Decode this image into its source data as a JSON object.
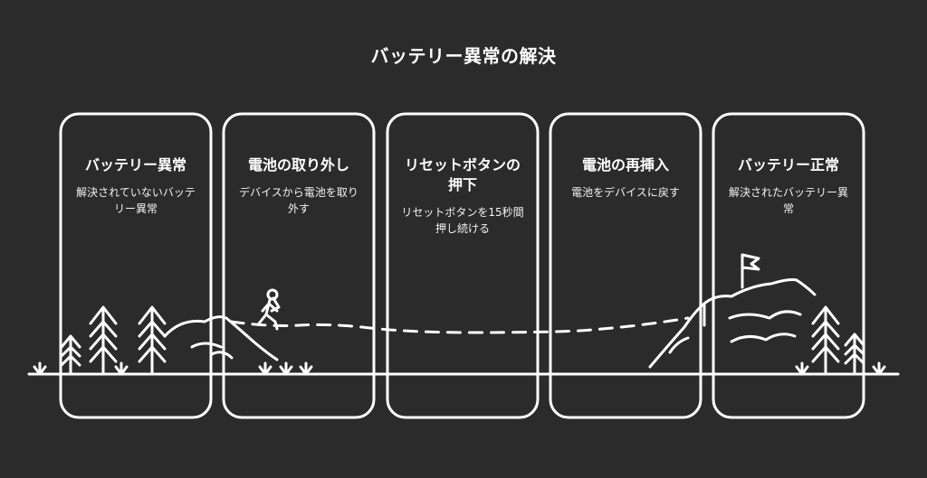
{
  "title": "バッテリー異常の解決",
  "steps": [
    {
      "title": "バッテリー異常",
      "description": "解決されていないバッテリー異常"
    },
    {
      "title": "電池の取り外し",
      "description": "デバイスから電池を取り外す"
    },
    {
      "title": "リセットボタンの押下",
      "description": "リセットボタンを15秒間押し続ける"
    },
    {
      "title": "電池の再挿入",
      "description": "電池をデバイスに戻す"
    },
    {
      "title": "バッテリー正常",
      "description": "解決されたバッテリー異常"
    }
  ],
  "colors": {
    "background": "#2b2b2b",
    "stroke": "#ffffff"
  },
  "icons": [
    "pine-tree-icon",
    "mountain-icon",
    "hiker-icon",
    "flag-icon",
    "grass-icon"
  ]
}
